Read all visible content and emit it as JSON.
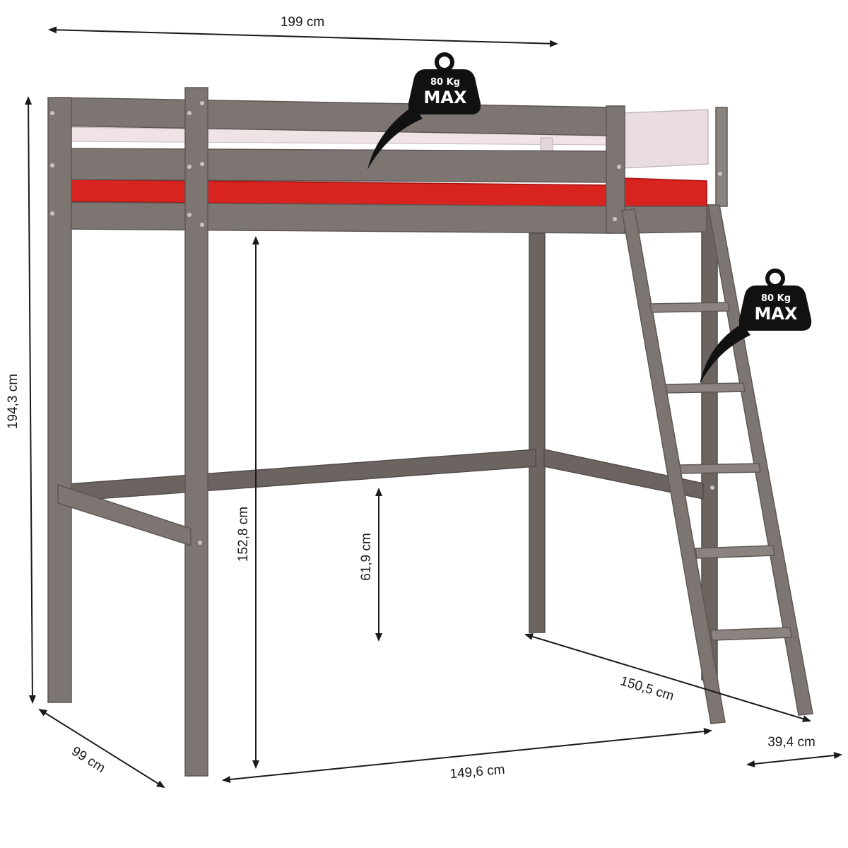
{
  "dimensions": {
    "width_top": "199 cm",
    "height_total": "194,3 cm",
    "height_under": "152,8 cm",
    "height_rail": "61,9 cm",
    "depth": "99 cm",
    "length_bottom": "149,6 cm",
    "ladder_length": "150,5 cm",
    "ladder_width": "39,4 cm"
  },
  "badges": [
    {
      "top": "80 Kg",
      "main": "MAX"
    },
    {
      "top": "80 Kg",
      "main": "MAX"
    }
  ],
  "colors": {
    "frame": "#7d7572",
    "mattress": "#d8231f",
    "badge": "#111111"
  }
}
